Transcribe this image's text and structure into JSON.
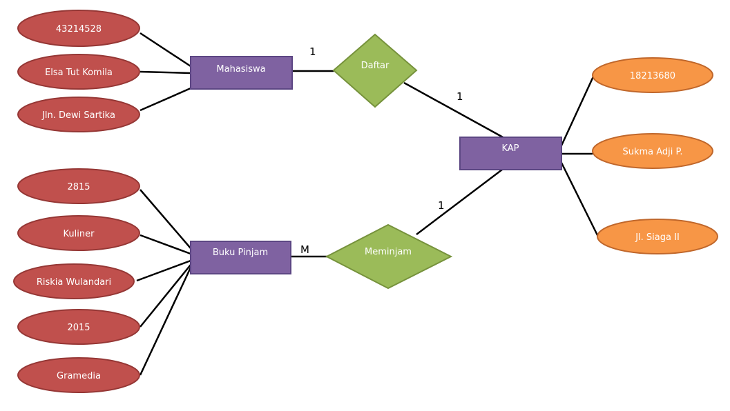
{
  "entities": {
    "mahasiswa": "Mahasiswa",
    "buku_pinjam": "Buku Pinjam",
    "kap": "KAP"
  },
  "relationships": {
    "daftar": "Daftar",
    "meminjam": "Meminjam"
  },
  "attributes": {
    "mahasiswa": [
      "43214528",
      "Elsa Tut Komila",
      "Jln. Dewi Sartika"
    ],
    "buku_pinjam": [
      "2815",
      "Kuliner",
      "Riskia Wulandari",
      "2015",
      "Gramedia"
    ],
    "kap": [
      "18213680",
      "Sukma Adji P.",
      "Jl. Siaga II"
    ]
  },
  "cardinalities": {
    "mahasiswa_daftar": "1",
    "daftar_kap": "1",
    "kap_meminjam": "1",
    "buku_meminjam": "M"
  },
  "colors": {
    "entity": "#7f62a1",
    "relationship": "#9bbb59",
    "attribute_left": "#c0504d",
    "attribute_right": "#f79646"
  }
}
